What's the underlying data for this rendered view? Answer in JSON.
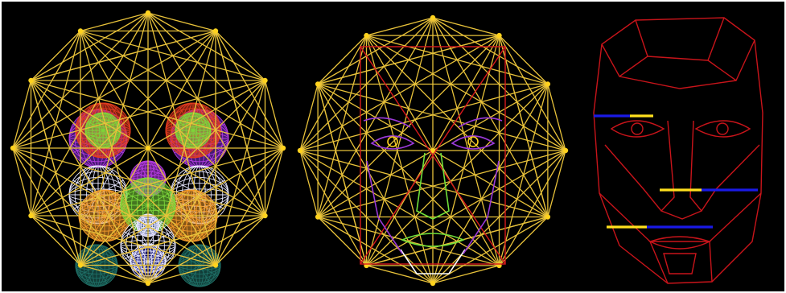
{
  "colors": {
    "background": "#000000",
    "frame": "#ffffff",
    "polygon_gold": "#e8c23a",
    "vertex_gold": "#ffd21e",
    "sphere_red": "#e23b1f",
    "sphere_orange": "#f39a2a",
    "sphere_green": "#7cd63a",
    "sphere_magenta": "#b23be0",
    "sphere_purple": "#7d2fd0",
    "sphere_white": "#e8e8ff",
    "sphere_blue": "#1c1ca8",
    "sphere_teal": "#1f6f66",
    "face_red": "#d8191c",
    "face_purple": "#9b3ad8",
    "face_green": "#6fe03b",
    "mask_red": "#c8141a",
    "ratio_yellow": "#ffe01e",
    "ratio_blue": "#1a1ae6"
  },
  "panels": [
    {
      "name": "geometric-spheres-panel",
      "polygon_sides": 12
    },
    {
      "name": "facial-golden-ratio-panel",
      "polygon_sides": 12
    },
    {
      "name": "golden-ratio-mask-panel"
    }
  ]
}
